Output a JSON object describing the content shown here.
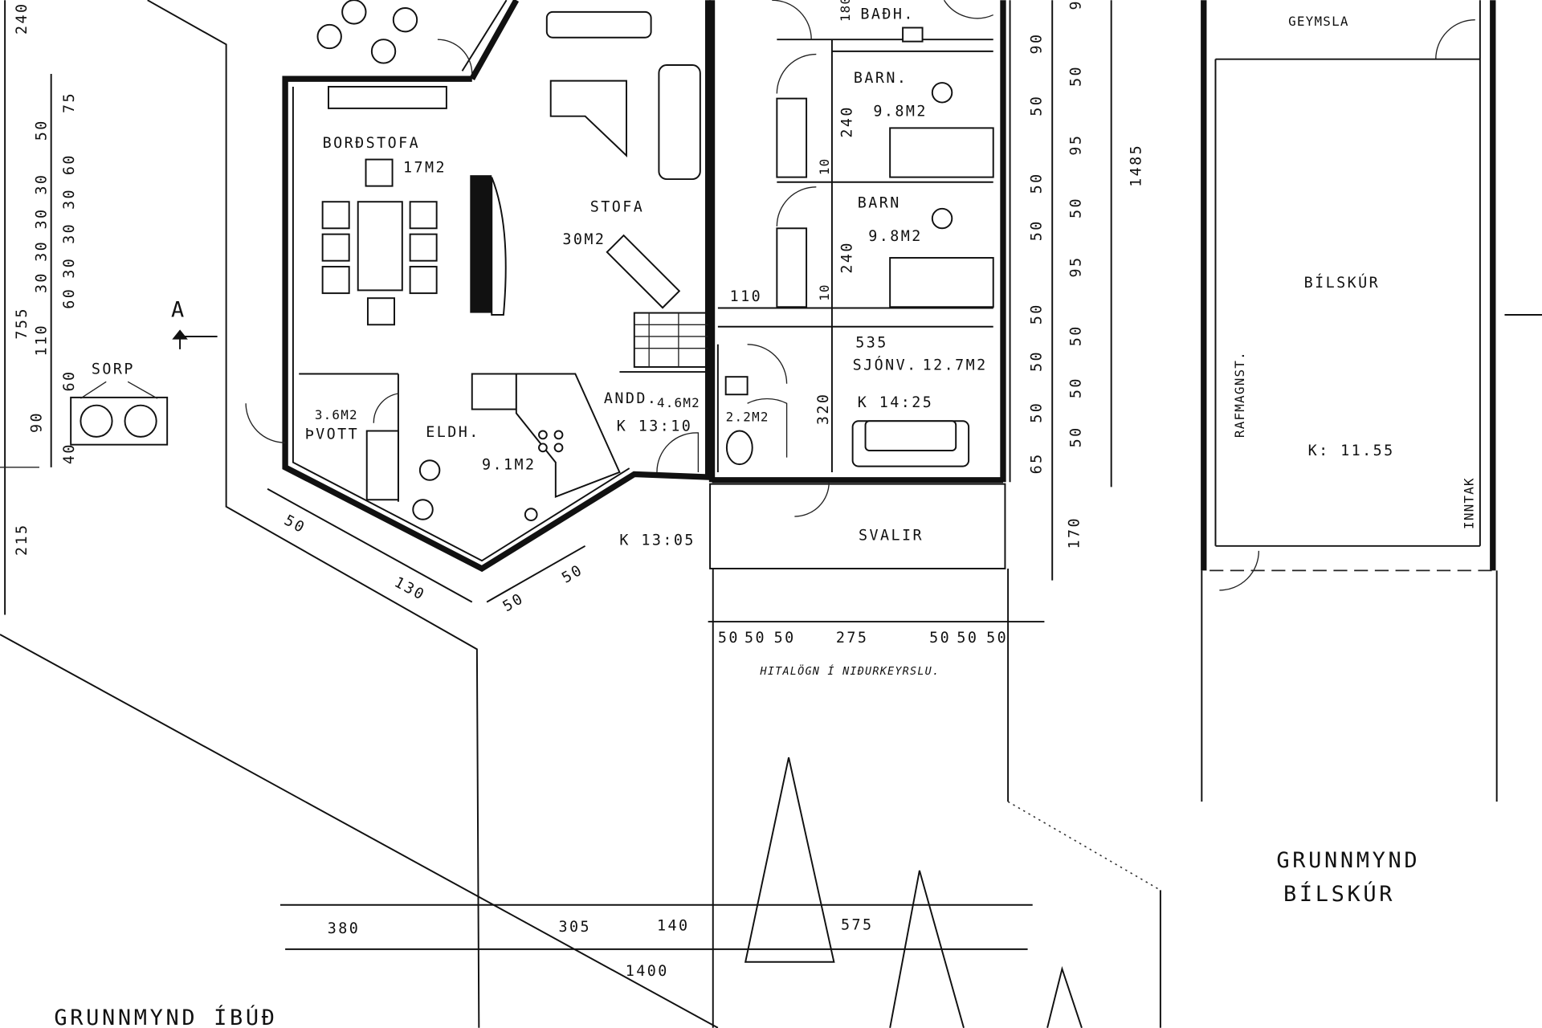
{
  "rooms": {
    "bordstofa": {
      "name": "BORÐSTOFA",
      "area": "17M2"
    },
    "stofa": {
      "name": "STOFA",
      "area": "30M2"
    },
    "eldh": {
      "name": "ELDH.",
      "area": "9.1M2"
    },
    "thvott": {
      "name": "ÞVOTT",
      "area": "3.6M2"
    },
    "andd": {
      "name": "ANDD.",
      "area": "4.6M2",
      "level": "K 13:10"
    },
    "wc": {
      "area": "2.2M2"
    },
    "badh": {
      "name": "BAÐH.",
      "dim": "180"
    },
    "barn1": {
      "name": "BARN.",
      "area": "9.8M2",
      "dim": "240",
      "dim2": "10"
    },
    "barn2": {
      "name": "BARN",
      "area": "9.8M2",
      "dim": "240",
      "dim2": "10"
    },
    "hall": {
      "dim": "110"
    },
    "sjonv": {
      "code": "535",
      "name": "SJÓNV.",
      "area": "12.7M2",
      "level": "K 14:25",
      "dim": "320"
    },
    "svalir": {
      "name": "SVALIR"
    },
    "outside_level": "K 13:05",
    "sorp": "SORP",
    "section_marker": "A"
  },
  "garage": {
    "geymsla": "GEYMSLA",
    "bilskur": "BÍLSKÚR",
    "rafmagnst": "RAFMAGNST.",
    "level": "K: 11.55",
    "inntak": "INNTAK",
    "title_line1": "GRUNNMYND",
    "title_line2": "BÍLSKÚR"
  },
  "title": "GRUNNMYND ÍBÚÐ",
  "note": "HITALÖGN Í NIÐURKEYRSLU.",
  "dims": {
    "left": [
      "240",
      "75",
      "50",
      "60",
      "30",
      "30",
      "30",
      "30",
      "30",
      "30",
      "30",
      "60",
      "755",
      "110",
      "60",
      "90",
      "40",
      "215"
    ],
    "right": [
      "9",
      "90",
      "50",
      "50",
      "95",
      "50",
      "50",
      "50",
      "95",
      "50",
      "50",
      "50",
      "50",
      "50",
      "50",
      "65",
      "170",
      "1485"
    ],
    "svalir_bottom": [
      "50",
      "50",
      "50",
      "275",
      "50",
      "50",
      "50"
    ],
    "diagonal": [
      "50",
      "130",
      "50",
      "50"
    ],
    "site": [
      "380",
      "305",
      "140",
      "575",
      "1400"
    ]
  }
}
